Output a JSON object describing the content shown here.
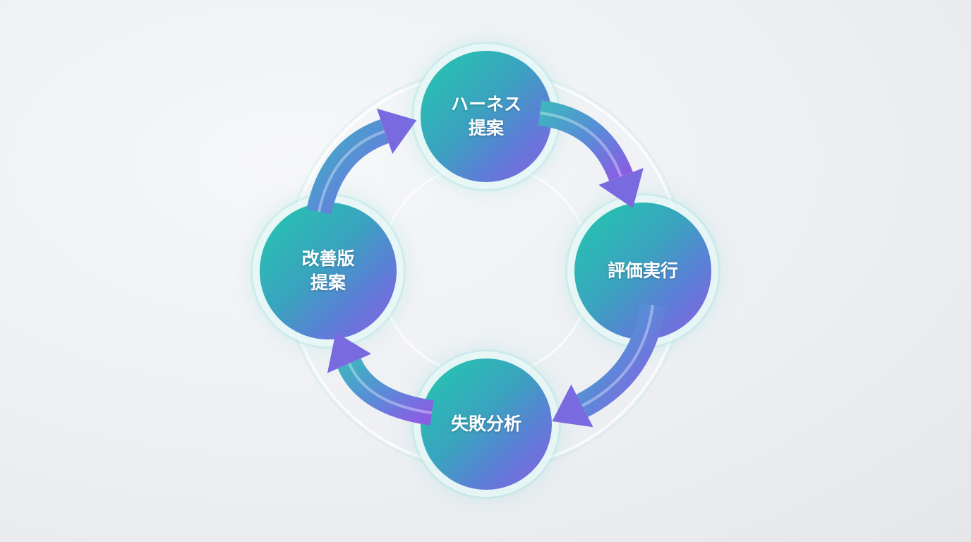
{
  "diagram": {
    "type": "cycle",
    "nodes": [
      {
        "id": "harness",
        "label": "ハーネス\n提案"
      },
      {
        "id": "eval",
        "label": "評価実行"
      },
      {
        "id": "failure",
        "label": "失敗分析"
      },
      {
        "id": "improve",
        "label": "改善版\n提案"
      }
    ],
    "edges": [
      {
        "from": "harness",
        "to": "eval"
      },
      {
        "from": "eval",
        "to": "failure"
      },
      {
        "from": "failure",
        "to": "improve"
      },
      {
        "from": "improve",
        "to": "harness"
      }
    ],
    "colors": {
      "teal": "#22c9ad",
      "blue": "#4a8fd0",
      "purple": "#8a5ee3"
    }
  }
}
